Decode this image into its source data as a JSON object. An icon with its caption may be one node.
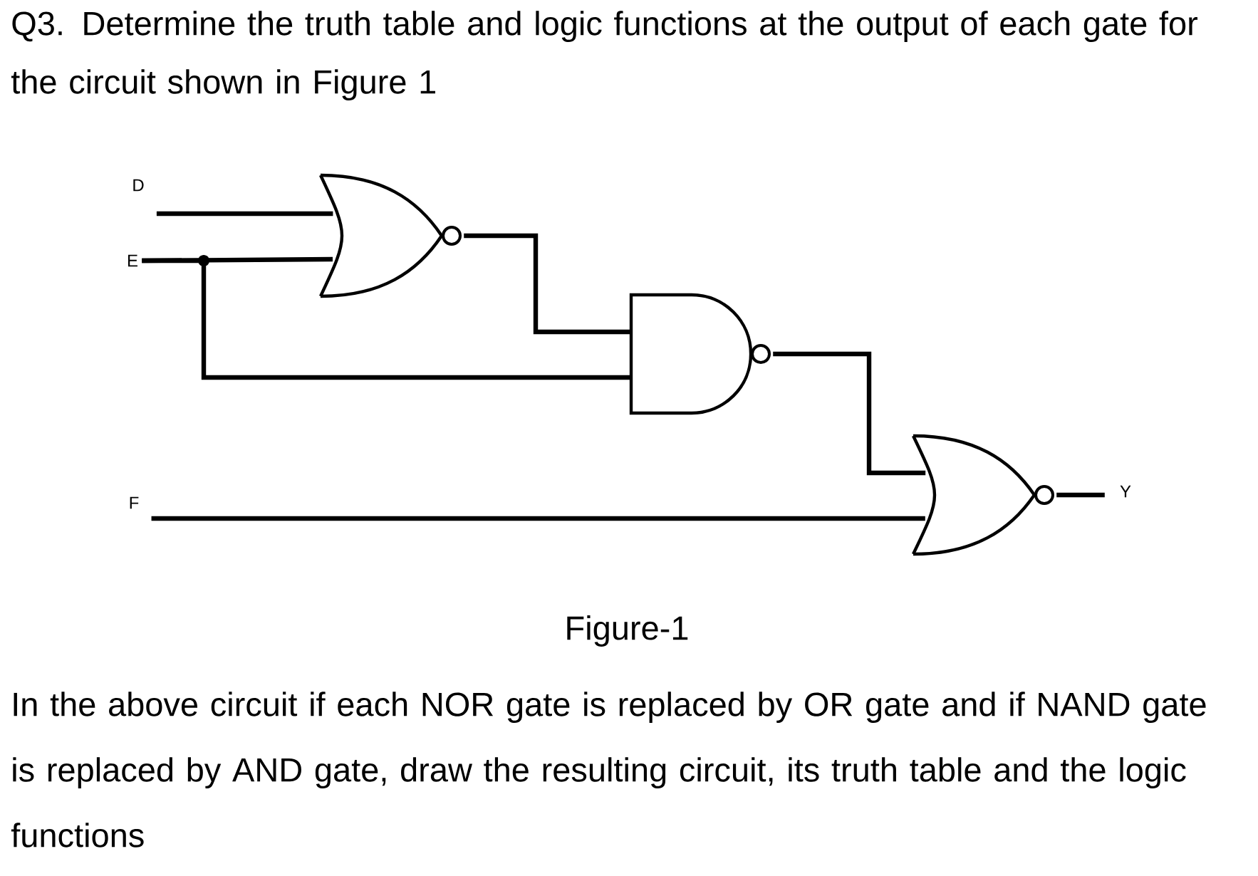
{
  "diagram": {
    "title": "Q3. Determine the truth table and logic functions at the output of each gate for the circuit shown in Figure 1",
    "caption": "Figure-1",
    "nodes": [
      {
        "text": [
          "D"
        ]
      },
      {
        "text": [
          "E"
        ]
      },
      {
        "text": [
          "F"
        ]
      },
      {
        "text": [],
        "shape": "nor"
      },
      {
        "text": [],
        "shape": "nand"
      },
      {
        "text": [],
        "shape": "nor"
      },
      {
        "text": [
          "Y"
        ]
      }
    ],
    "edges": [
      {
        "from": 0,
        "to": 3,
        "arrow": "none"
      },
      {
        "from": 1,
        "to": 3,
        "arrow": "none"
      },
      {
        "from": 1,
        "to": 4,
        "arrow": "none"
      },
      {
        "from": 3,
        "to": 4,
        "arrow": "none"
      },
      {
        "from": 4,
        "to": 5,
        "arrow": "none"
      },
      {
        "from": 2,
        "to": 5,
        "arrow": "none"
      },
      {
        "from": 5,
        "to": 6,
        "arrow": "none"
      }
    ],
    "labels": [
      "In the above circuit if each NOR gate is replaced by OR gate and if NAND gate is replaced by AND gate, draw the resulting circuit, its truth table and the logic functions"
    ]
  }
}
